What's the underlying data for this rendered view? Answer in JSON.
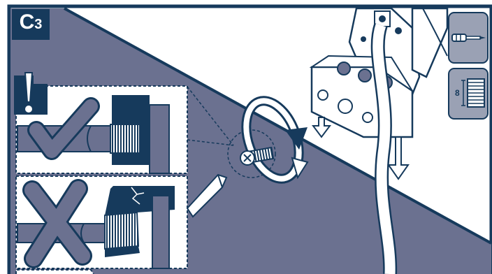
{
  "step": {
    "letter": "C",
    "number": "3"
  },
  "tools": [
    {
      "icon": "screwdriver-icon"
    },
    {
      "icon": "strip-length-icon",
      "value": "8"
    }
  ],
  "callouts": [
    {
      "verdict": "correct",
      "icon": "checkmark-icon"
    },
    {
      "verdict": "incorrect",
      "icon": "cross-icon"
    }
  ],
  "colors": {
    "navy": "#163a5c",
    "slate": "#6b7190",
    "tile": "#9aa1b4",
    "white": "#ffffff"
  }
}
